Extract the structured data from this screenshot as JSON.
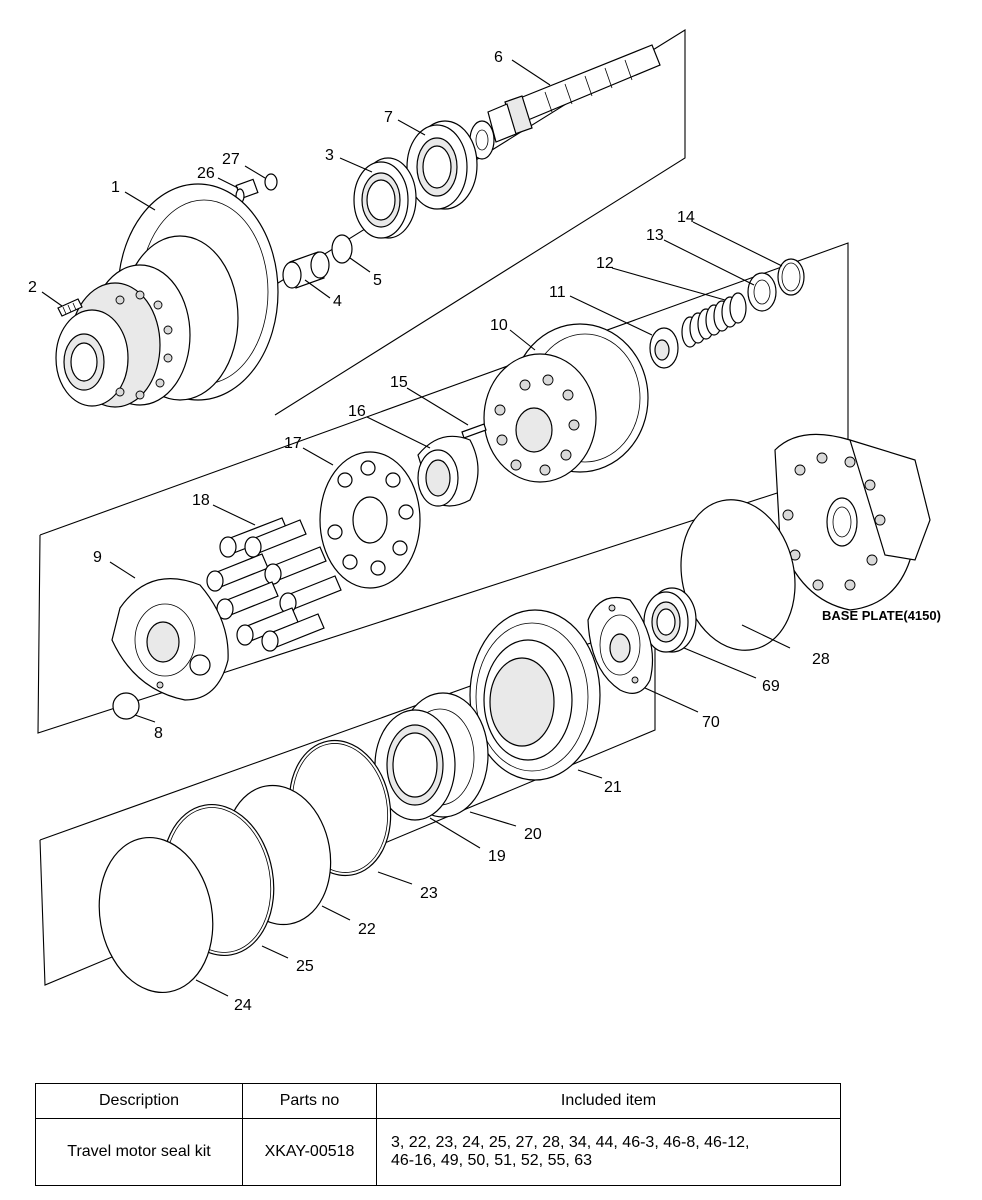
{
  "diagram": {
    "callouts": [
      "1",
      "2",
      "3",
      "4",
      "5",
      "6",
      "7",
      "8",
      "9",
      "10",
      "11",
      "12",
      "13",
      "14",
      "15",
      "16",
      "17",
      "18",
      "19",
      "20",
      "21",
      "22",
      "23",
      "24",
      "25",
      "26",
      "27",
      "28",
      "69",
      "70"
    ],
    "base_plate_label": "BASE PLATE(4150)"
  },
  "table": {
    "headers": [
      "Description",
      "Parts no",
      "Included item"
    ],
    "rows": [
      {
        "description": "Travel motor seal kit",
        "parts_no": "XKAY-00518",
        "included_item_line1": "3, 22, 23, 24, 25, 27, 28, 34, 44, 46-3, 46-8, 46-12,",
        "included_item_line2": "46-16, 49, 50, 51, 52, 55, 63"
      }
    ]
  }
}
